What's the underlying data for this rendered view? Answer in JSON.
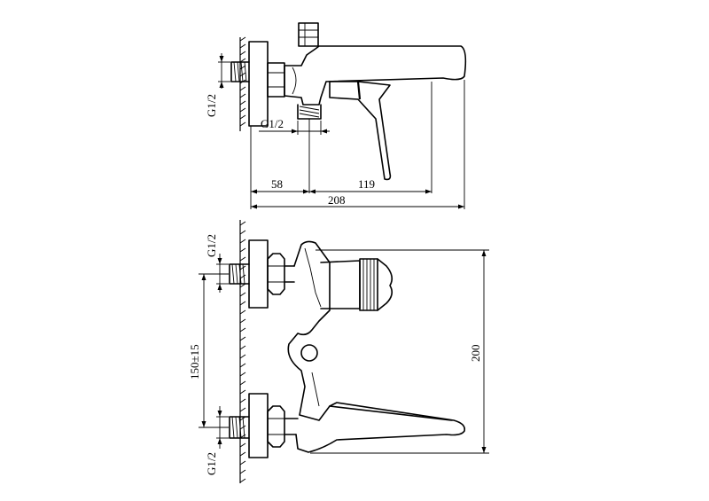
{
  "side_view": {
    "thread_inlet": "G1/2",
    "thread_outlet": "G1/2",
    "dim_inlet_to_outlet": "58",
    "dim_outlet_to_lever": "119",
    "dim_overall_depth": "208"
  },
  "front_view": {
    "thread_top": "G1/2",
    "thread_bottom": "G1/2",
    "dim_inlet_spacing": "150±15",
    "dim_overall_height": "200"
  }
}
